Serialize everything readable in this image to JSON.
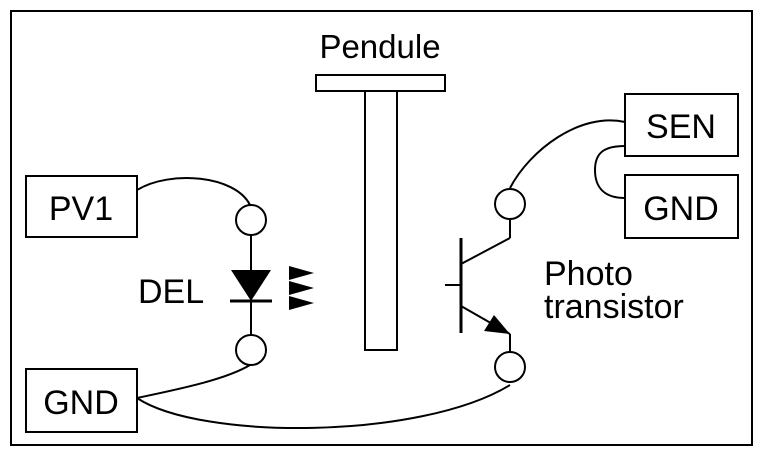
{
  "labels": {
    "pendulum": "Pendule",
    "pv1": "PV1",
    "sen": "SEN",
    "gnd_right": "GND",
    "gnd_left": "GND",
    "led": "DEL",
    "phototransistor_line1": "Photo",
    "phototransistor_line2": "transistor"
  }
}
